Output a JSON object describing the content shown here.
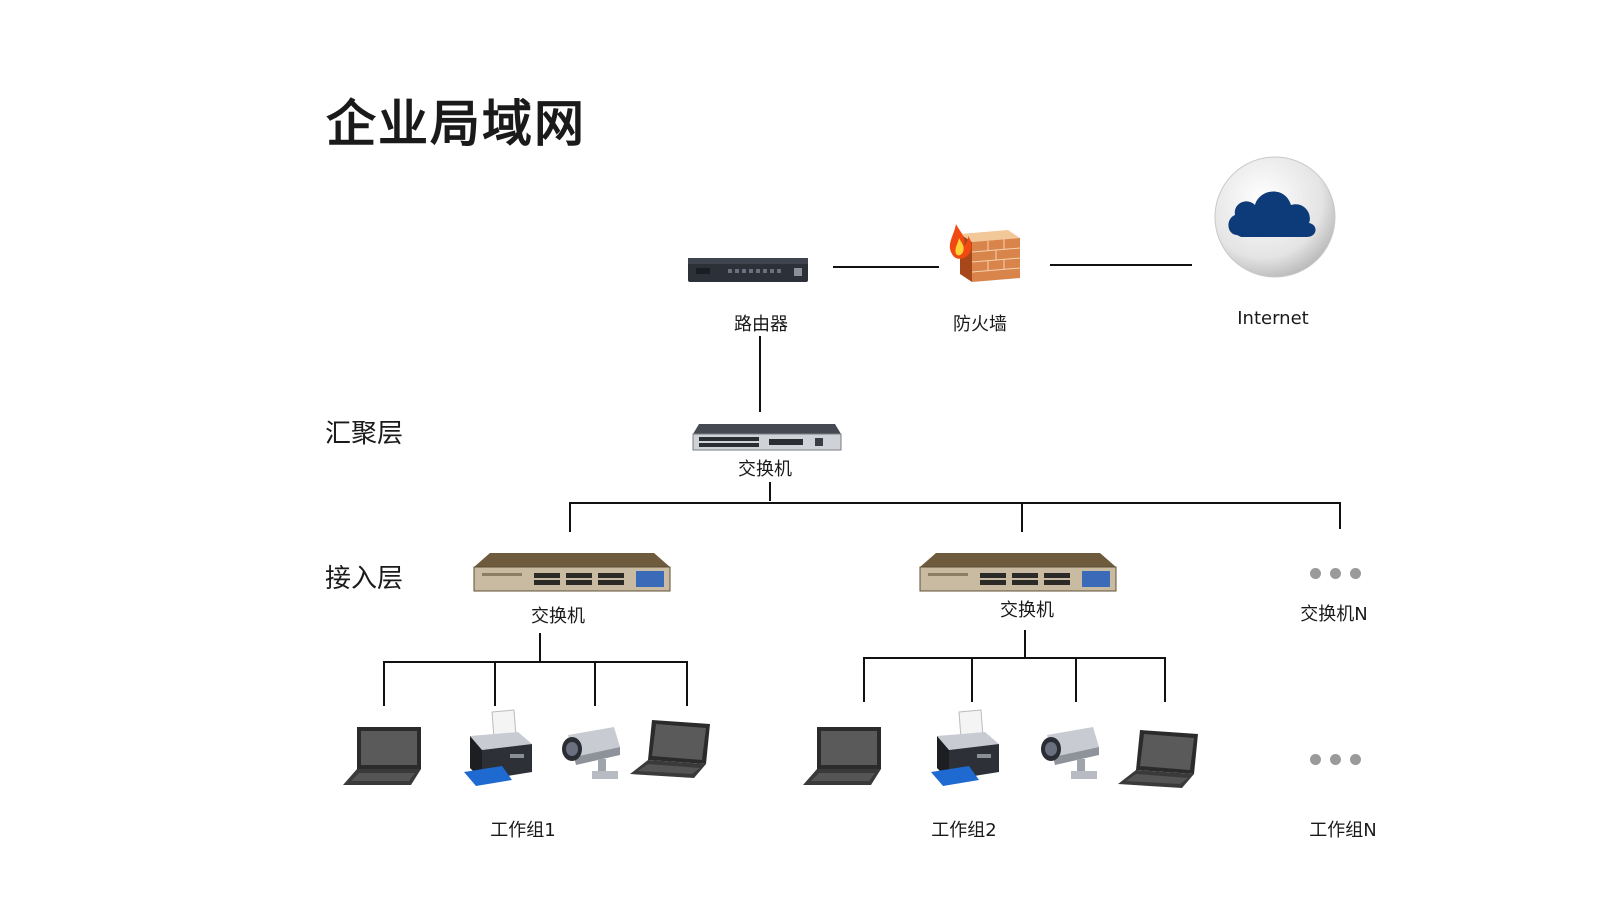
{
  "title": "企业局域网",
  "layers": {
    "aggregation": "汇聚层",
    "access": "接入层"
  },
  "labels": {
    "router": "路由器",
    "firewall": "防火墙",
    "internet": "Internet",
    "core_switch": "交换机",
    "switch_1": "交换机",
    "switch_2": "交换机",
    "switch_n": "交换机N",
    "group_1": "工作组1",
    "group_2": "工作组2",
    "group_n": "工作组N"
  },
  "colors": {
    "cloud": "#0d3a78",
    "switch_body": "#6e5a3c",
    "firewall_brick": "#c8541c"
  },
  "icons": [
    "router-icon",
    "firewall-icon",
    "cloud-icon",
    "switch-icon",
    "laptop-icon",
    "printer-icon",
    "camera-icon",
    "ellipsis-icon"
  ]
}
